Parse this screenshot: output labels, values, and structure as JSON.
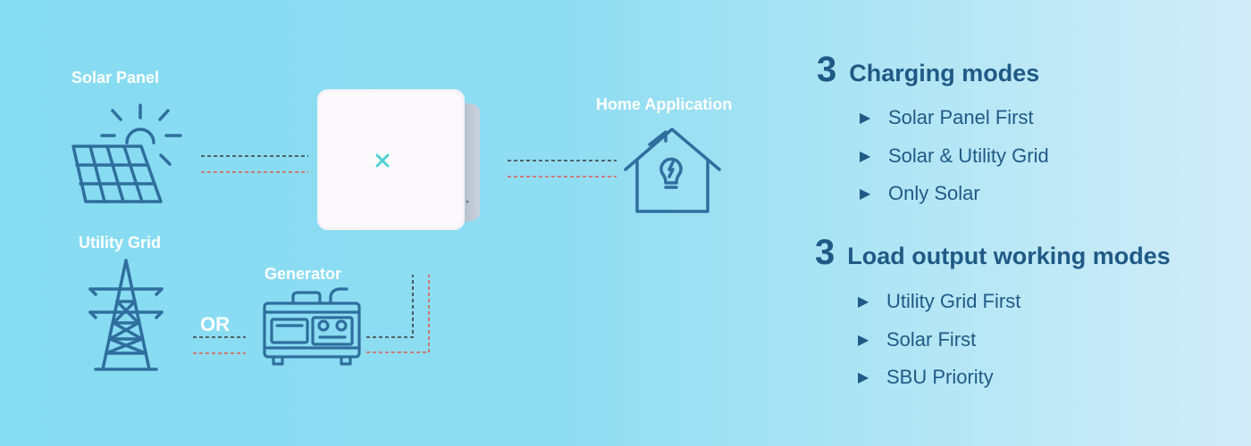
{
  "labels": {
    "solar_panel": "Solar Panel",
    "utility_grid": "Utility Grid",
    "generator": "Generator",
    "home_application": "Home Application",
    "or": "OR"
  },
  "charging": {
    "number": "3",
    "title": "Charging modes",
    "items": [
      "Solar Panel First",
      "Solar & Utility Grid",
      "Only Solar"
    ]
  },
  "load": {
    "number": "3",
    "title": "Load output working modes",
    "items": [
      "Utility Grid First",
      "Solar First",
      "SBU Priority"
    ]
  },
  "colors": {
    "icon_stroke": "#2f6e9e",
    "heading_text": "#1f5a86",
    "label_text": "#ffffff",
    "wire_dark": "#3a3a3a",
    "wire_red": "#e05a4a",
    "inverter_accent": "#4fd3d6"
  }
}
